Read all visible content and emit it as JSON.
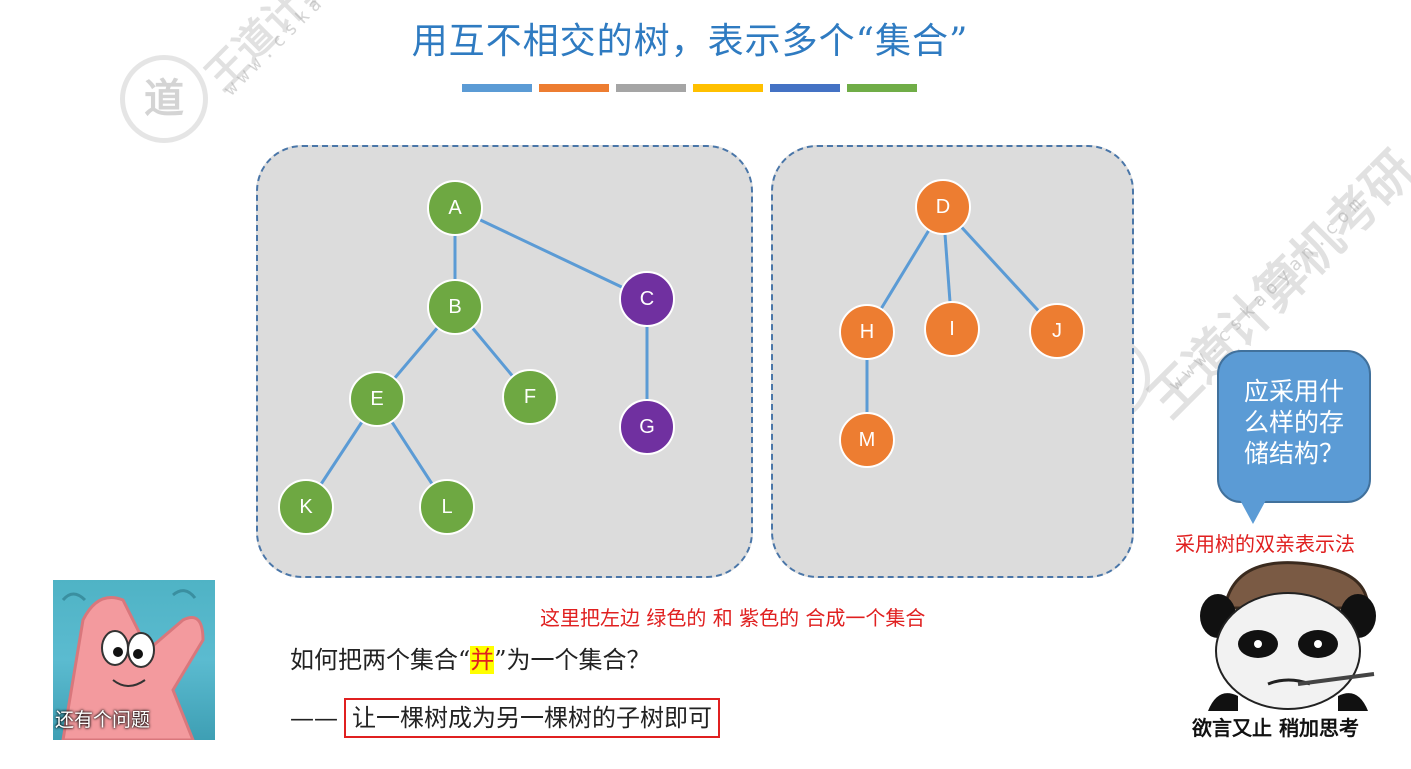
{
  "title": "用互不相交的树，表示多个“集合”",
  "color_bar": [
    "#5B9BD5",
    "#ED7D31",
    "#A5A5A5",
    "#FFC000",
    "#4472C4",
    "#70AD47"
  ],
  "watermarks": {
    "text": "王道计算机考研",
    "url": "www.cskaoyan.com",
    "seal": "道"
  },
  "sets": {
    "left": {
      "nodes": [
        {
          "label": "A",
          "color": "green"
        },
        {
          "label": "B",
          "color": "green"
        },
        {
          "label": "C",
          "color": "purple"
        },
        {
          "label": "E",
          "color": "green"
        },
        {
          "label": "F",
          "color": "green"
        },
        {
          "label": "G",
          "color": "purple"
        },
        {
          "label": "K",
          "color": "green"
        },
        {
          "label": "L",
          "color": "green"
        }
      ],
      "edges": [
        [
          "A",
          "B"
        ],
        [
          "A",
          "C"
        ],
        [
          "B",
          "E"
        ],
        [
          "B",
          "F"
        ],
        [
          "C",
          "G"
        ],
        [
          "E",
          "K"
        ],
        [
          "E",
          "L"
        ]
      ]
    },
    "right": {
      "nodes": [
        {
          "label": "D",
          "color": "orange"
        },
        {
          "label": "H",
          "color": "orange"
        },
        {
          "label": "I",
          "color": "orange"
        },
        {
          "label": "J",
          "color": "orange"
        },
        {
          "label": "M",
          "color": "orange"
        }
      ],
      "edges": [
        [
          "D",
          "H"
        ],
        [
          "D",
          "I"
        ],
        [
          "D",
          "J"
        ],
        [
          "H",
          "M"
        ]
      ]
    }
  },
  "bubble": {
    "text": [
      "应采用什",
      "么样的存",
      "储结构？"
    ]
  },
  "annotation_right": "采用树的双亲表示法",
  "annotation_merge": "这里把左边 绿色的 和 紫色的 合成一个集合",
  "question": {
    "before": "如何把两个集合“",
    "highlight": "并",
    "after": "”为一个集合？"
  },
  "answer": {
    "dash": "——",
    "text": "让一棵树成为另一棵树的子树即可"
  },
  "patrick_caption": "还有个问题",
  "panda_caption": "欲言又止 稍加思考",
  "colors": {
    "green": "#6EA842",
    "purple": "#7030A0",
    "orange": "#ED7D31",
    "title": "#2F7BC1",
    "red": "#E02020"
  }
}
